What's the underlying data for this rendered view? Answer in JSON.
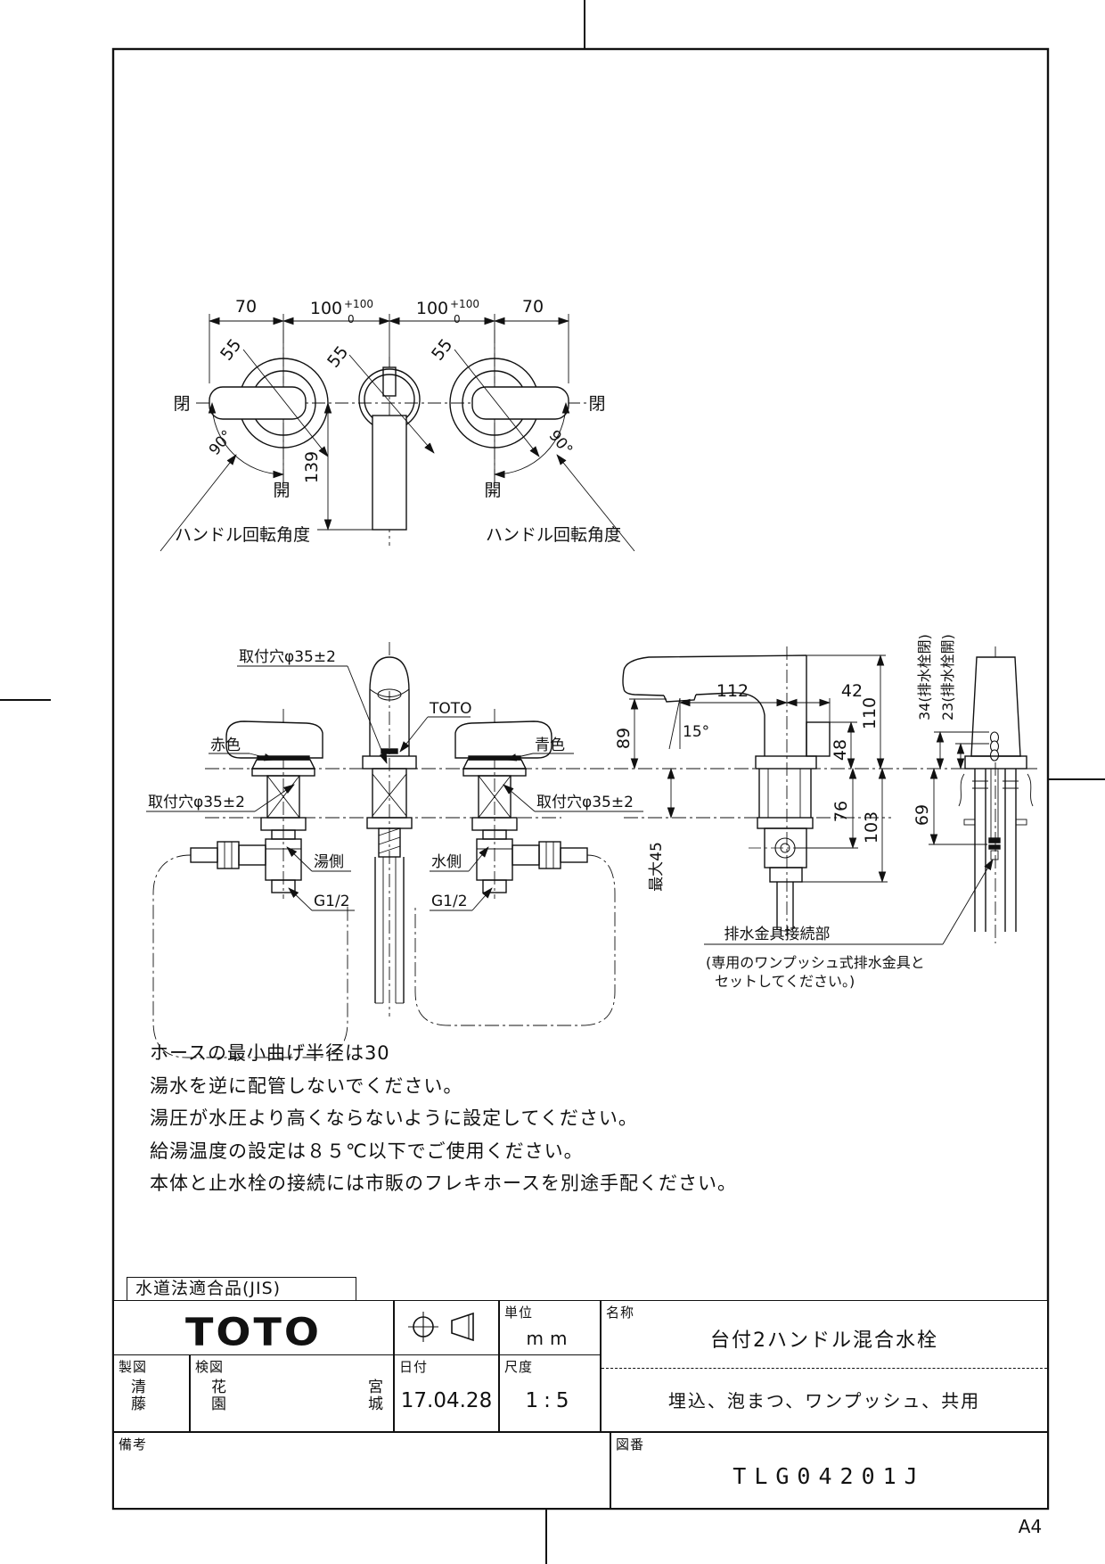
{
  "page": {
    "format_label": "A4"
  },
  "rotation_view": {
    "dim_70_left": "70",
    "dim_100_left": "100",
    "tol_plus_left": "+100",
    "tol_zero_left": "0",
    "dim_100_right": "100",
    "tol_plus_right": "+100",
    "tol_zero_right": "0",
    "dim_70_right": "70",
    "dim_55_left": "55",
    "dim_55_center": "55",
    "dim_55_right": "55",
    "dim_139": "139",
    "angle_left": "90°",
    "angle_right": "90°",
    "closed_left": "閉",
    "closed_right": "閉",
    "open_left": "開",
    "open_right": "開",
    "rotation_label_left": "ハンドル回転角度",
    "rotation_label_right": "ハンドル回転角度"
  },
  "front_view": {
    "mount_hole_center": "取付穴φ35±2",
    "mount_hole_left": "取付穴φ35±2",
    "mount_hole_right": "取付穴φ35±2",
    "logo_callout": "TOTO",
    "red_label": "赤色",
    "blue_label": "青色",
    "hot_side": "湯側",
    "cold_side": "水側",
    "thread_left": "G1/2",
    "thread_right": "G1/2"
  },
  "side_view": {
    "dim_112": "112",
    "dim_42": "42",
    "dim_110": "110",
    "dim_48": "48",
    "dim_89": "89",
    "dim_15deg": "15°",
    "dim_76": "76",
    "dim_103": "103",
    "dim_max45": "最大45",
    "dim_69": "69",
    "dim_34_closed": "34(排水栓閉)",
    "dim_23_open": "23(排水栓開)",
    "drain_title": "排水金具接続部",
    "drain_note_1": "(専用のワンプッシュ式排水金具と",
    "drain_note_2": "セットしてください。)"
  },
  "notes": {
    "line1": "ホースの最小曲げ半径は30",
    "line2": "湯水を逆に配管しないでください。",
    "line3": "湯圧が水圧より高くならないように設定してください。",
    "line4": "給湯温度の設定は８５℃以下でご使用ください。",
    "line5": "本体と止水栓の接続には市販のフレキホースを別途手配ください。"
  },
  "title_block": {
    "compliance": "水道法適合品(JIS)",
    "logo": "TOTO",
    "unit_label": "単位",
    "unit_value": "mm",
    "drafter_label": "製図",
    "drafter_name": "清藤",
    "checker_label": "検図",
    "checker_name_1": "花園",
    "checker_name_2": "宮城",
    "date_label": "日付",
    "date_value": "17.04.28",
    "scale_label": "尺度",
    "scale_value": "1:5",
    "name_label": "名称",
    "product_name": "台付2ハンドル混合水栓",
    "product_spec": "埋込、泡まつ、ワンプッシュ、共用",
    "remarks_label": "備考",
    "drawing_no_label": "図番",
    "drawing_no_value": "TLG04201J"
  }
}
